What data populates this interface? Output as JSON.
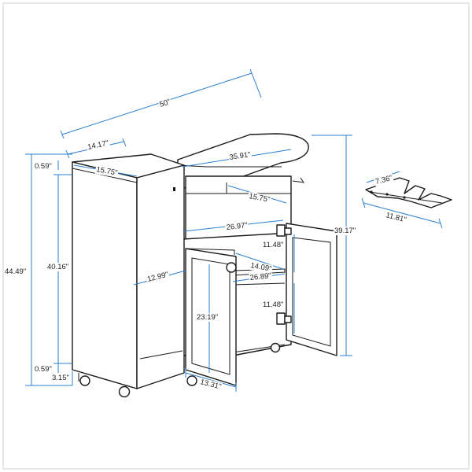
{
  "dimensions": {
    "overall_width": "50\"",
    "side_depth": "14.17\"",
    "side_width": "15.75\"",
    "board_length": "35.91\"",
    "shelf_width": "15.75\"",
    "inner_width": "26.97\"",
    "shelf_depth": "14.09\"",
    "shelf_width_lower": "26.89\"",
    "overall_height": "44.49\"",
    "inner_height": "40.16\"",
    "top_thickness": "0.59\"",
    "bottom_thickness": "0.59\"",
    "caster_height": "3.15\"",
    "side_opening_depth": "12.99\"",
    "door_height": "23.19\"",
    "door_width": "13.31\"",
    "shelf_gap_upper": "11.48\"",
    "shelf_gap_lower": "11.48\"",
    "board_height": "39.17\"",
    "rack_depth": "7.36\"",
    "rack_width": "11.81\""
  },
  "colors": {
    "dimension_line": "#2a7fd0",
    "outline": "#1a1a1a",
    "background": "#ffffff"
  }
}
